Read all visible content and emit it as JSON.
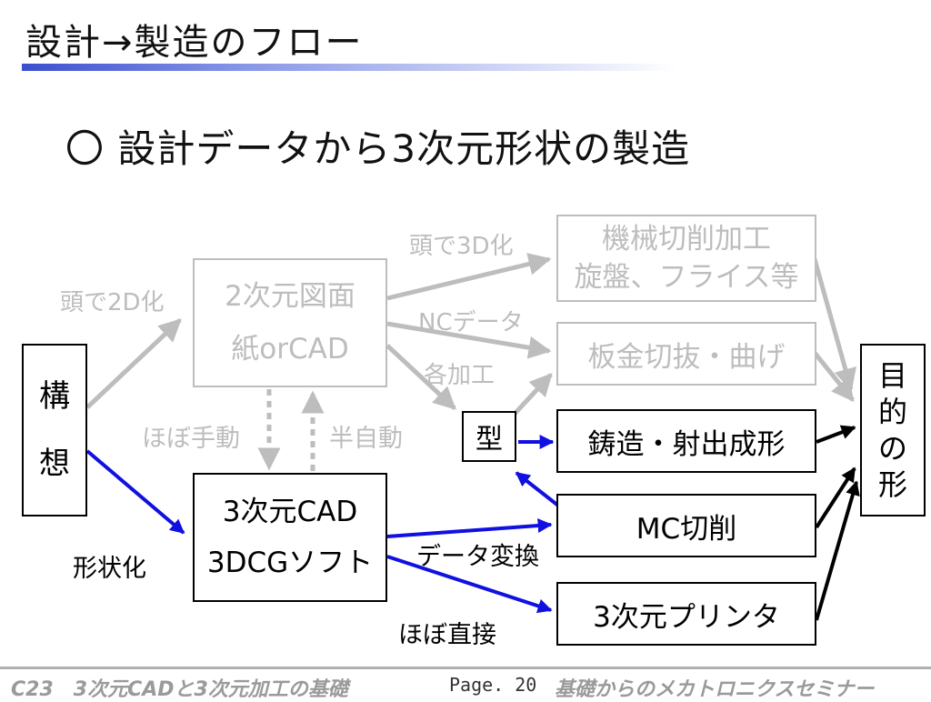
{
  "title": "設計→製造のフロー",
  "heading": "〇  設計データから3次元形状の製造",
  "boxes": {
    "kousou": "構\n想",
    "drawing": [
      "2次元図面",
      "紙orCAD"
    ],
    "cad3d": [
      "3次元CAD",
      "3DCGソフト"
    ],
    "machining": [
      "機械切削加工",
      "旋盤、フライス等"
    ],
    "sheet": "板金切抜・曲げ",
    "mold": "型",
    "casting": "鋳造・射出成形",
    "mc": "MC切削",
    "printer": "3次元プリンタ",
    "goal": "目\n的\nの\n形"
  },
  "labels": {
    "head2d": "頭で2D化",
    "head3d": "頭で3D化",
    "nc": "NCデータ",
    "kakou": "各加工",
    "manual": "ほぼ手動",
    "semi": "半自動",
    "shape": "形状化",
    "convert": "データ変換",
    "direct": "ほぼ直接"
  },
  "footer": {
    "left": "C23　3次元CADと3次元加工の基礎",
    "page": "Page. 20",
    "right": "基礎からのメカトロニクスセミナー"
  },
  "colors": {
    "gray": "#bdbdbd",
    "blue": "#1010e0",
    "black": "#000000",
    "accent": "#3b4fd0"
  }
}
